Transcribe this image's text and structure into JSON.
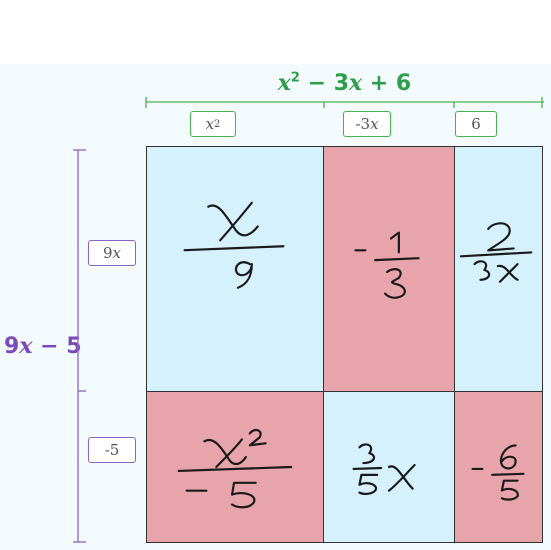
{
  "top_expression": {
    "t1": "x",
    "p1": "2",
    "rest": " − 3",
    "t2": "x",
    "t3": " + 6"
  },
  "side_expression": {
    "c": "9",
    "v": "x",
    "rest": " − 5"
  },
  "column_terms": [
    {
      "var": "x",
      "pow": "2"
    },
    {
      "pre": "-3",
      "var": "x"
    },
    {
      "pre": "6"
    }
  ],
  "row_terms": [
    {
      "pre": "9",
      "var": "x"
    },
    {
      "pre": "-5"
    }
  ],
  "cells": [
    {
      "row": 0,
      "col": 0,
      "fill": "blue",
      "content": "x/9"
    },
    {
      "row": 0,
      "col": 1,
      "fill": "pink",
      "content": "-1/3"
    },
    {
      "row": 0,
      "col": 2,
      "fill": "blue",
      "content": "2/(3x)"
    },
    {
      "row": 1,
      "col": 0,
      "fill": "pink",
      "content": "x^2/-5"
    },
    {
      "row": 1,
      "col": 1,
      "fill": "blue",
      "content": "3/5 x"
    },
    {
      "row": 1,
      "col": 2,
      "fill": "pink",
      "content": "-6/5"
    }
  ],
  "colors": {
    "green": "#2e9e4a",
    "purple": "#7a4ab8",
    "blue": "#d5f1fd",
    "pink": "#e7a4aa"
  }
}
